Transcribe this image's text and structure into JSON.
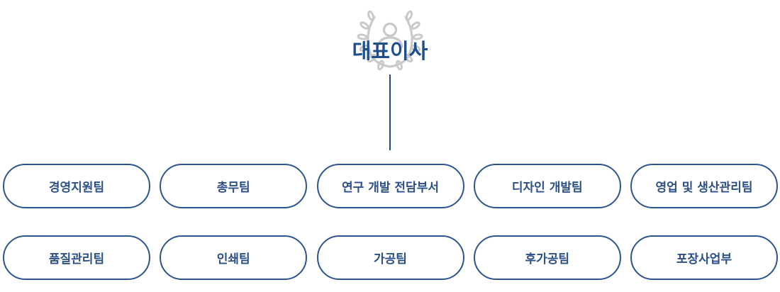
{
  "org": {
    "head": {
      "title": "대표이사",
      "emblem_icon": "laurel-person-icon"
    },
    "departments_row1": [
      "경영지원팀",
      "총무팀",
      "연구 개발 전담부서",
      "디자인 개발팀",
      "영업 및 생산관리팀"
    ],
    "departments_row2": [
      "품질관리팀",
      "인쇄팀",
      "가공팀",
      "후가공팀",
      "포장사업부"
    ]
  },
  "colors": {
    "primary": "#1f4e8c",
    "border": "#2c5490",
    "emblem": "#c8c8c8"
  }
}
